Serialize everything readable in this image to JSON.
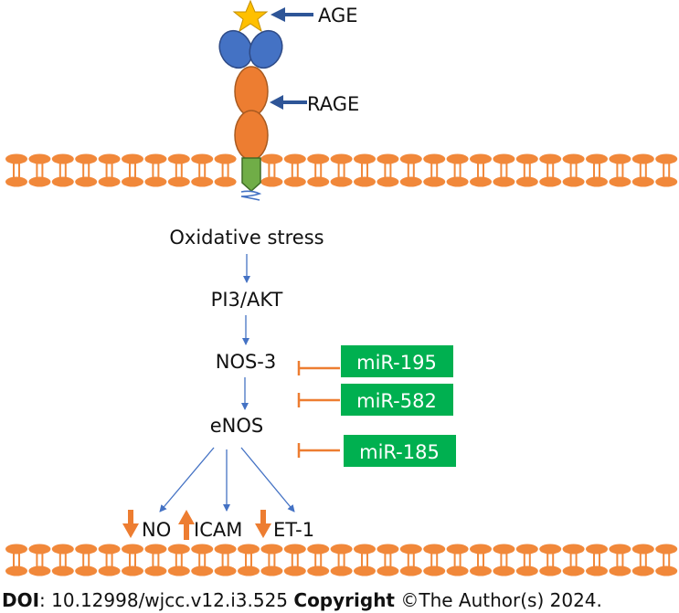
{
  "labels": {
    "age": "AGE",
    "rage": "RAGE",
    "oxidative_stress": "Oxidative stress",
    "pi3akt": "PI3/AKT",
    "nos3": "NOS-3",
    "enos": "eNOS",
    "no": "NO",
    "icam": "ICAM",
    "et1": "ET-1"
  },
  "mirnas": [
    "miR-195",
    "miR-582",
    "miR-185"
  ],
  "footer": {
    "doi_label": "DOI",
    "doi_value": ": 10.12998/wjcc.v12.i3.525 ",
    "copyright_label": "Copyright",
    "copyright_value": " ©The Author(s) 2024."
  },
  "colors": {
    "orange": "#ee7d31",
    "membrane_orange": "#f1883a",
    "blue": "#4472c4",
    "dark_blue": "#2e5597",
    "green": "#00b050",
    "receptor_blue": "#4472c4",
    "tm_green": "#70ad47",
    "star": "#ffc000",
    "inhibit": "#ed7d31"
  }
}
